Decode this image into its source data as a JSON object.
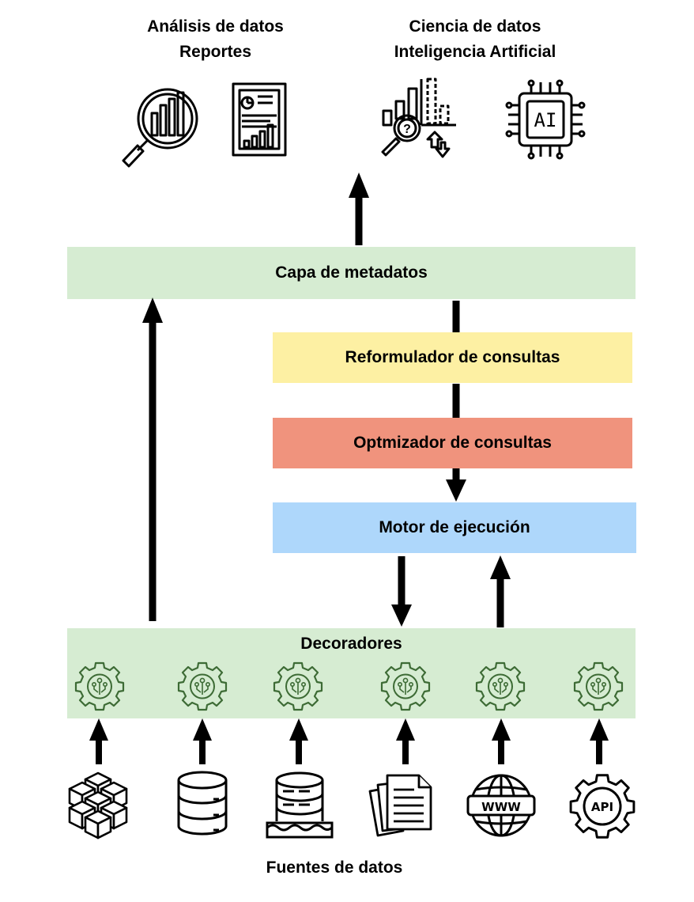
{
  "headers": {
    "left": {
      "line1": "Análisis de datos",
      "line2": "Reportes"
    },
    "right": {
      "line1": "Ciencia de datos",
      "line2": "Inteligencia Artificial"
    }
  },
  "top_icons": [
    "analytics-magnifier-icon",
    "report-document-icon",
    "data-science-chart-icon",
    "ai-chip-icon"
  ],
  "ai_chip_text": "AI",
  "layers": {
    "metadata": "Capa de metadatos",
    "reformulator": "Reformulador de consultas",
    "optimizer": "Optmizador de consultas",
    "engine": "Motor de ejecución",
    "decorators": "Decoradores"
  },
  "source_icons": [
    "cubes-icon",
    "database-icon",
    "data-lake-icon",
    "documents-icon",
    "www-globe-icon",
    "api-gear-icon"
  ],
  "source_labels": {
    "www": "WWW",
    "api": "API"
  },
  "footer": "Fuentes de datos",
  "colors": {
    "green": "#d6ecd2",
    "yellow": "#fdf0a3",
    "red": "#f0937d",
    "blue": "#aed7fb",
    "gear_stroke": "#3d6b35"
  }
}
